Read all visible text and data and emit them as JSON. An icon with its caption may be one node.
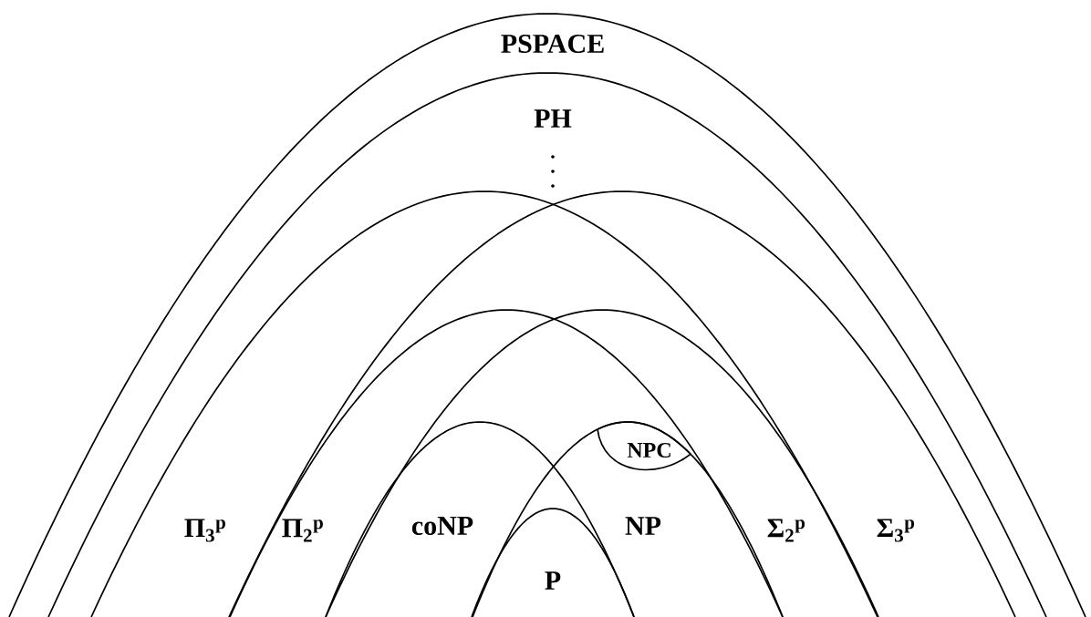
{
  "diagram": {
    "nodes": [
      {
        "text": [
          "PSPACE"
        ]
      },
      {
        "text": [
          "PH"
        ],
        "in": 0
      },
      {
        "text": [
          "Π$_{3}$$^{p}$"
        ],
        "in": 1
      },
      {
        "text": [
          "Π$_{2}$$^{p}$"
        ],
        "in": 2
      },
      {
        "text": [
          "coNP"
        ],
        "in": 3
      },
      {
        "text": [
          "NP"
        ],
        "in": 3
      },
      {
        "text": [
          "NPC"
        ],
        "in": 5
      },
      {
        "text": [
          "Σ$_{2}$$^{p}$"
        ],
        "in": 2
      },
      {
        "text": [
          "Σ$_{3}$$^{p}$"
        ],
        "in": 1
      },
      {
        "text": [
          "P"
        ]
      }
    ]
  }
}
